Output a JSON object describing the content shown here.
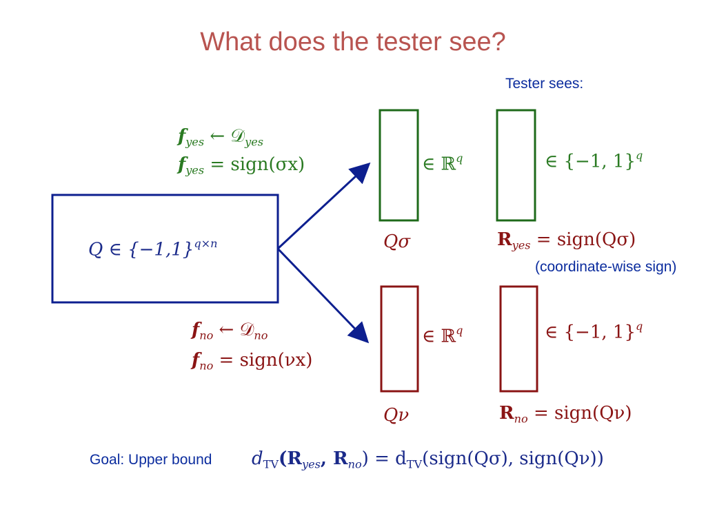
{
  "slide": {
    "title": "What does the tester see?",
    "tester_sees": "Tester sees:",
    "coord_note": "(coordinate-wise sign)"
  },
  "query_box": {
    "label": "Q ∈ {−1,1}",
    "sup": "q×n"
  },
  "yes_branch": {
    "line1_f": "f",
    "line1_sub": "yes",
    "line1_rest": " ← 𝒟",
    "line1_sub2": "yes",
    "line2_f": "f",
    "line2_sub": "yes",
    "line2_rest": " = sign(σx)",
    "real_vec_label": "∈ ℝ",
    "real_vec_sup": "q",
    "sign_vec_label": "∈ {−1, 1}",
    "sign_vec_sup": "q",
    "q_label": "Qσ",
    "r_label_R": "R",
    "r_label_sub": "yes",
    "r_label_rest": " = sign(Qσ)"
  },
  "no_branch": {
    "line1_f": "f",
    "line1_sub": "no",
    "line1_rest": " ← 𝒟",
    "line1_sub2": "no",
    "line2_f": "f",
    "line2_sub": "no",
    "line2_rest": " = sign(νx)",
    "real_vec_label": "∈ ℝ",
    "real_vec_sup": "q",
    "sign_vec_label": "∈ {−1, 1}",
    "sign_vec_sup": "q",
    "q_label": "Qν",
    "r_label_R": "R",
    "r_label_sub": "no",
    "r_label_rest": " = sign(Qν)"
  },
  "goal": {
    "prefix": "Goal: Upper bound",
    "d1": "d",
    "d1_sub": "TV",
    "mid1": "(R",
    "mid1_sub": "yes",
    "mid2": ", R",
    "mid2_sub": "no",
    "mid3": ") = d",
    "d2_sub": "TV",
    "tail": "(sign(Qσ), sign(Qν))"
  },
  "colors": {
    "title": "#b85450",
    "yes": "#2a7a22",
    "no": "#8a1414",
    "navy": "#1a2a8a",
    "note": "#0b2c9e"
  }
}
